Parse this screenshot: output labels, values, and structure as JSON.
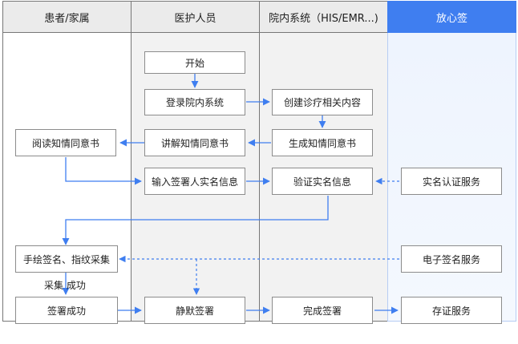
{
  "lanes": {
    "patient": "患者/家属",
    "medical": "医护人员",
    "his": "院内系统（HIS/EMR...)",
    "fxq": "放心签"
  },
  "nodes": {
    "start": "开始",
    "login": "登录院内系统",
    "create": "创建诊疗相关内容",
    "explain": "讲解知情同意书",
    "generate": "生成知情同意书",
    "read": "阅读知情同意书",
    "input_info": "输入签署人实名信息",
    "verify": "验证实名信息",
    "realname_service": "实名认证服务",
    "handwrite": "手绘签名、指纹采集",
    "esign_service": "电子签名服务",
    "sign_success": "签署成功",
    "silent_sign": "静默签署",
    "complete": "完成签署",
    "evidence_service": "存证服务"
  },
  "edge_labels": {
    "collect_success": "采集 成功"
  },
  "colors": {
    "flow": "#3f7ef0",
    "lane_gray": "#f2f2f2",
    "header_gray": "#ebebeb",
    "brand": "#3f7ef0"
  }
}
